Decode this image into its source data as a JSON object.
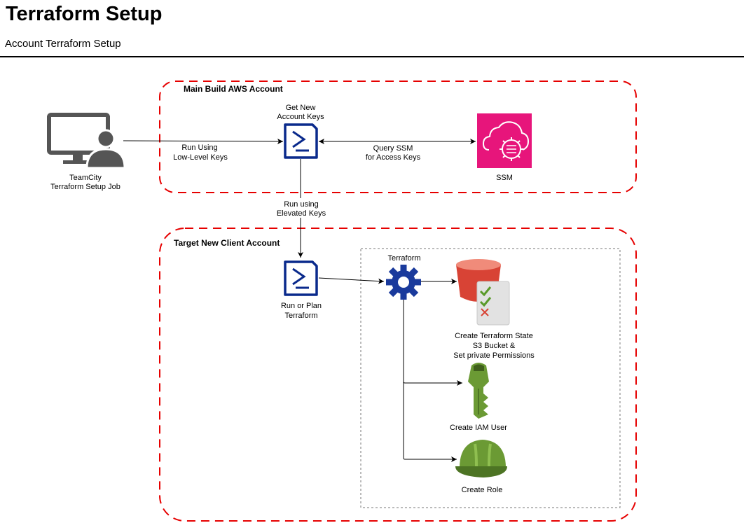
{
  "header": {
    "title": "Terraform Setup",
    "subtitle": "Account Terraform Setup"
  },
  "colors": {
    "region_border": "#e60000",
    "terraform_box_border": "#777777",
    "script_icon": "#0a2a8c",
    "gear_icon": "#1a3a9c",
    "ssm_bg": "#e7157b",
    "s3_red": "#d84335",
    "aws_green": "#6b9a34",
    "teamcity_gray": "#555555"
  },
  "diagram": {
    "main_account_label": "Main Build AWS Account",
    "target_account_label": "Target New Client Account",
    "teamcity": {
      "icon": "user-computer-icon",
      "label_line1": "TeamCity",
      "label_line2": "Terraform Setup Job"
    },
    "get_keys": {
      "icon": "powershell-script-icon",
      "label_line1": "Get New",
      "label_line2": "Account Keys"
    },
    "ssm": {
      "icon": "ssm-cloud-gear-icon",
      "label": "SSM"
    },
    "run_plan": {
      "icon": "powershell-script-icon",
      "label_line1": "Run or Plan",
      "label_line2": "Terraform"
    },
    "terraform": {
      "icon": "gear-icon",
      "label": "Terraform"
    },
    "s3": {
      "icon": "s3-bucket-icon",
      "label_line1": "Create Terraform State",
      "label_line2": "S3 Bucket &",
      "label_line3": "Set private Permissions"
    },
    "iam": {
      "icon": "iam-key-icon",
      "label": "Create IAM User"
    },
    "role": {
      "icon": "hard-hat-icon",
      "label": "Create Role"
    },
    "edges": {
      "low_level_line1": "Run Using",
      "low_level_line2": "Low-Level Keys",
      "query_ssm_line1": "Query SSM",
      "query_ssm_line2": "for Access Keys",
      "elevated_line1": "Run using",
      "elevated_line2": "Elevated Keys"
    }
  }
}
